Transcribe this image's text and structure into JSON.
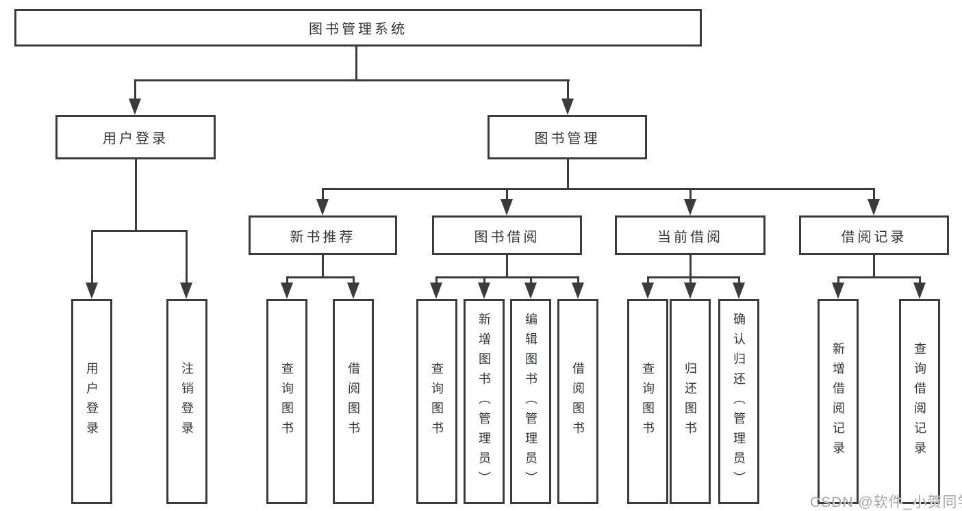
{
  "diagram_title": "图书管理系统",
  "tree": {
    "label": "图书管理系统",
    "children": [
      {
        "label": "用户登录",
        "children": [
          {
            "label": "用户登录"
          },
          {
            "label": "注销登录"
          }
        ]
      },
      {
        "label": "图书管理",
        "children": [
          {
            "label": "新书推荐",
            "children": [
              {
                "label": "查询图书"
              },
              {
                "label": "借阅图书"
              }
            ]
          },
          {
            "label": "图书借阅",
            "children": [
              {
                "label": "查询图书"
              },
              {
                "label": "新增图书（管理员）"
              },
              {
                "label": "编辑图书（管理员）"
              },
              {
                "label": "借阅图书"
              }
            ]
          },
          {
            "label": "当前借阅",
            "children": [
              {
                "label": "查询图书"
              },
              {
                "label": "归还图书"
              },
              {
                "label": "确认归还（管理员）"
              }
            ]
          },
          {
            "label": "借阅记录",
            "children": [
              {
                "label": "新增借阅记录"
              },
              {
                "label": "查询借阅记录"
              }
            ]
          }
        ]
      }
    ]
  },
  "watermark": {
    "text": "CSDN @软件_小贺同学"
  },
  "colors": {
    "line": "#3b3b3b",
    "box_border": "#3b3b3b",
    "text": "#33343a",
    "watermark": "#a6a6a6",
    "background": "#ffffff"
  }
}
